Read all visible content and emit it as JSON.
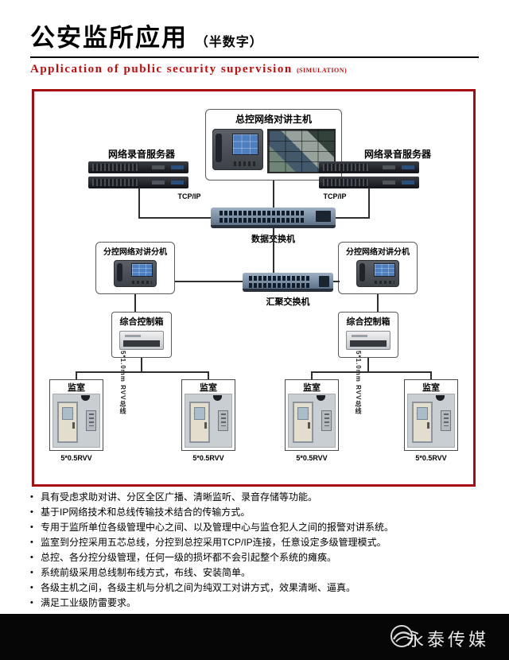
{
  "colors": {
    "accent_red": "#a50d12",
    "subtitle_red": "#c40b0b",
    "footer_bg": "#060606"
  },
  "header": {
    "title": "公安监所应用",
    "title_suffix": "（半数字）",
    "subtitle": "Application of public security supervision",
    "subtitle_tag": "(SIMULATION)"
  },
  "diagram": {
    "main_host_label": "总控网络对讲主机",
    "server_label_left": "网络录音服务器",
    "server_label_right": "网络录音服务器",
    "tcpip": "TCP/IP",
    "data_switch_label": "数据交换机",
    "ext_label_left": "分控网络对讲分机",
    "ext_label_right": "分控网络对讲分机",
    "agg_switch_label": "汇聚交换机",
    "control_label_left": "综合控制箱",
    "control_label_right": "综合控制箱",
    "bus_label": "5*1.0mm RVV总线",
    "cell_label": "监室",
    "rvv_label": "5*0.5RVV"
  },
  "bullets": [
    "具有受虑求助对讲、分区全区广播、清晰监听、录音存储等功能。",
    "基于IP网络技术和总线传输技术结合的传输方式。",
    "专用于监所单位各级管理中心之间、以及管理中心与监仓犯人之间的报警对讲系统。",
    "监室到分控采用五芯总线，分控到总控采用TCP/IP连接，任意设定多级管理模式。",
    "总控、各分控分级管理，任何一级的损坏都不会引起整个系统的瘫痪。",
    "系统前级采用总线制布线方式，布线、安装简单。",
    "各级主机之间，各级主机与分机之间为纯双工对讲方式，效果清晰、逼真。",
    "满足工业级防雷要求。"
  ],
  "footer": {
    "brand": "永泰传媒"
  }
}
